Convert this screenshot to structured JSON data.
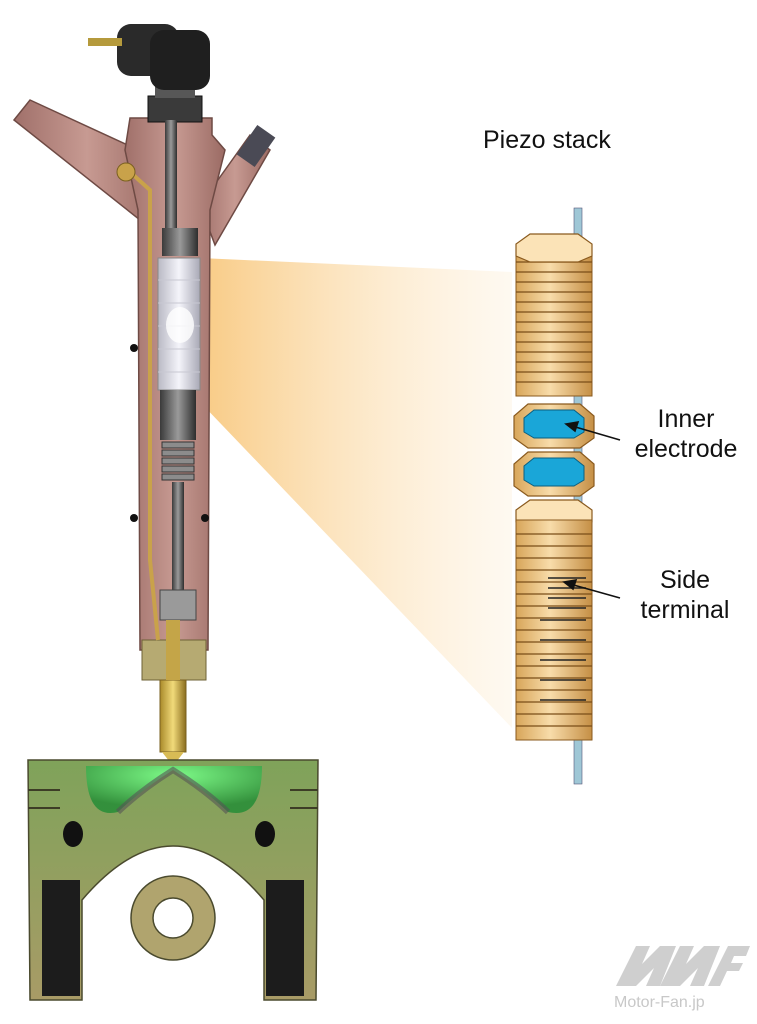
{
  "labels": {
    "title": "Piezo stack",
    "inner_line1": "Inner",
    "inner_line2": "electrode",
    "side_line1": "Side",
    "side_line2": "terminal"
  },
  "watermark": {
    "logo_letters": "MF",
    "site": "Motor-Fan.jp"
  },
  "colors": {
    "body_cut": "#b98a83",
    "brass": "#c9a24a",
    "piezo_disc": "#f2d29a",
    "electrode": "#1aa6d8",
    "combustion_glow": "#3fcf5a",
    "piston_body": "#a39a64",
    "beam": "#fbd9a0"
  }
}
